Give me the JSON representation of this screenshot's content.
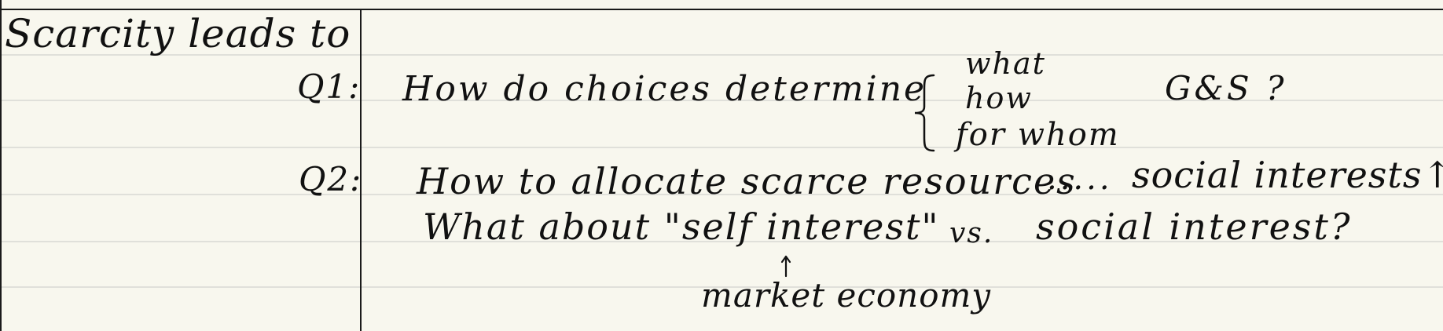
{
  "notes": {
    "margin_heading": "Scarcity leads to",
    "q1": {
      "label": "Q1:",
      "question": "How do choices determine",
      "options": [
        "what",
        "how",
        "for whom"
      ],
      "object": "G&S ?"
    },
    "q2": {
      "label": "Q2:",
      "line1": {
        "question": "How to allocate scarce resources",
        "dots": ".....",
        "tail": "social interests↑↑"
      },
      "line2": {
        "question": "What about \"self interest\"",
        "vs": "vs.",
        "tail": "social interest?"
      },
      "annotation": "market economy"
    }
  },
  "colors": {
    "paper": "#f8f7ee",
    "ink": "#111111",
    "rule": "#d8d8d4",
    "border": "#1a1a1a"
  },
  "icons": {
    "brace": "left-curly-brace",
    "arrow": "up-arrow"
  }
}
